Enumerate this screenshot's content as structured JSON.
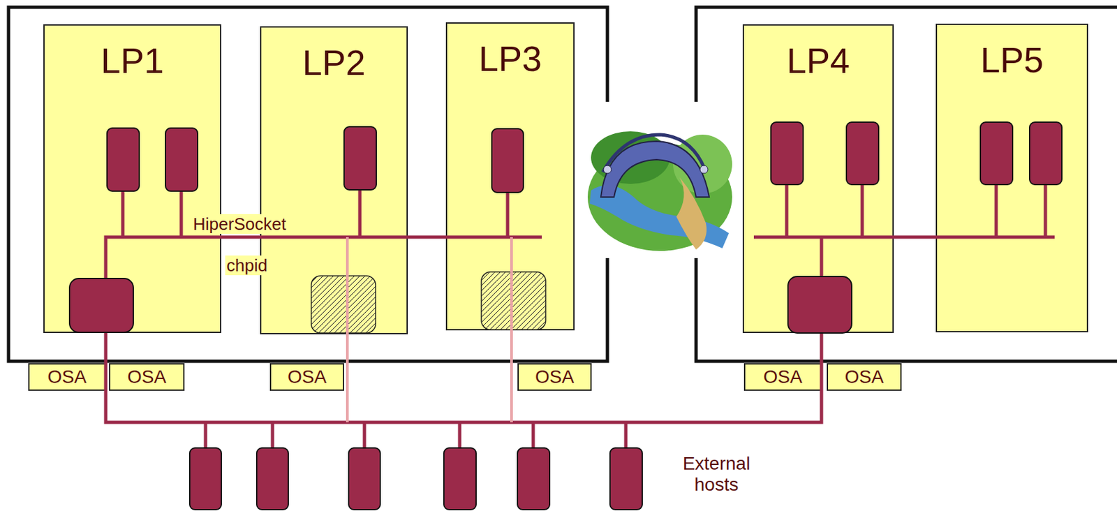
{
  "diagram": {
    "nodes": [
      {
        "text": [
          "LP1"
        ]
      },
      {
        "text": [
          "LP2"
        ]
      },
      {
        "text": [
          "LP3"
        ]
      },
      {
        "text": [
          "LP4"
        ]
      },
      {
        "text": [
          "LP5"
        ]
      },
      {
        "text": [
          "OSA"
        ]
      },
      {
        "text": [
          "OSA"
        ]
      },
      {
        "text": [
          "OSA"
        ]
      },
      {
        "text": [
          "OSA"
        ]
      },
      {
        "text": [
          "OSA"
        ]
      },
      {
        "text": [
          "OSA"
        ]
      }
    ],
    "labels": [
      "HiperSocket",
      "chpid",
      "External hosts"
    ]
  }
}
